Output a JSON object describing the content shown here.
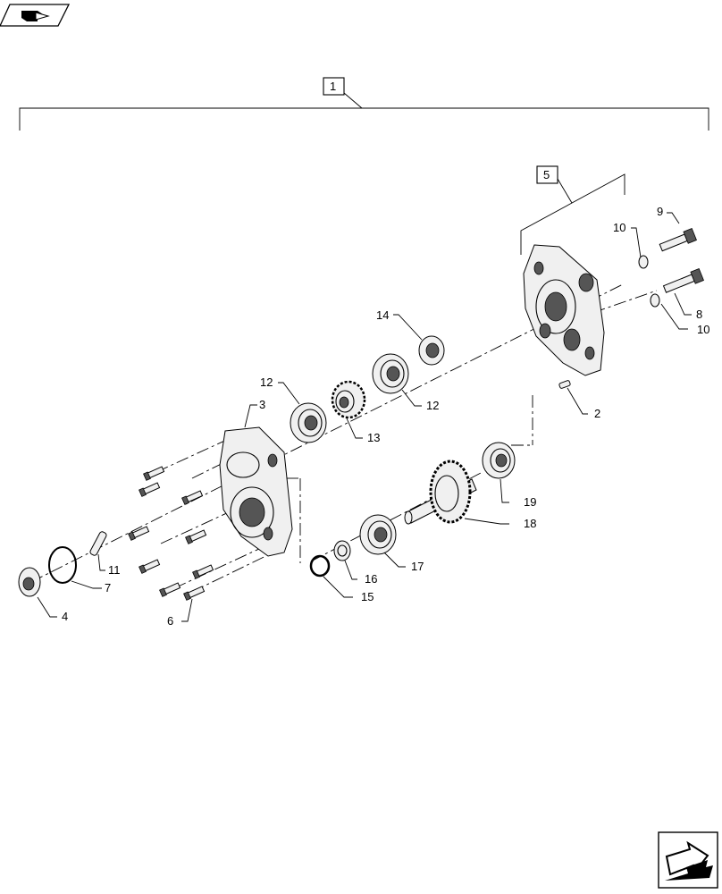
{
  "callouts": {
    "c1": "1",
    "c2": "2",
    "c3": "3",
    "c4": "4",
    "c5": "5",
    "c6": "6",
    "c7": "7",
    "c8": "8",
    "c9": "9",
    "c10a": "10",
    "c10b": "10",
    "c11": "11",
    "c12a": "12",
    "c12b": "12",
    "c13": "13",
    "c14": "14",
    "c15": "15",
    "c16": "16",
    "c17": "17",
    "c18": "18",
    "c19": "19"
  },
  "icons": {
    "top_left": "book-arrow-icon",
    "bottom_right": "next-page-arrow-icon"
  }
}
